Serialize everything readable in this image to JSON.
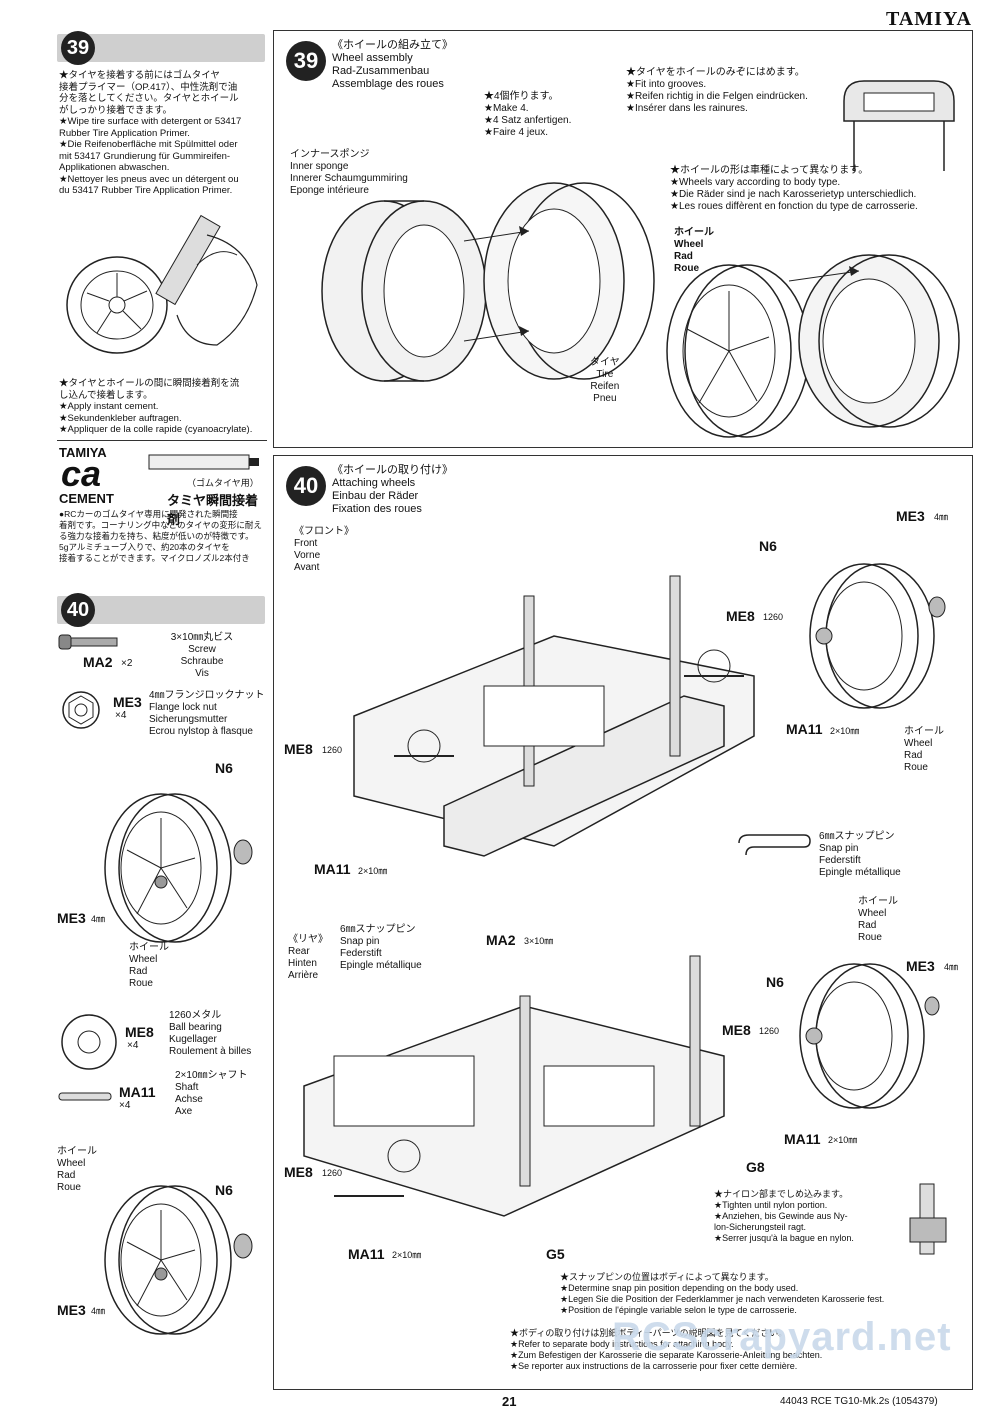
{
  "brand": "TAMIYA",
  "left": {
    "step39_num": "39",
    "step39_note": [
      "★タイヤを接着する前にはゴムタイヤ",
      "接着プライマー（OP.417）、中性洗剤で油",
      "分を落としてください。タイヤとホイール",
      "がしっかり接着できます。",
      "★Wipe tire surface with detergent or 53417",
      "Rubber Tire Application Primer.",
      "★Die Reifenoberfläche mit Spülmittel oder",
      "mit 53417 Grundierung für Gummireifen-",
      "Applikationen abwaschen.",
      "★Nettoyer les pneus avec un détergent ou",
      "du 53417 Rubber Tire Application Primer."
    ],
    "cement_note": [
      "★タイヤとホイールの間に瞬間接着剤を流",
      "し込んで接着します。",
      "★Apply instant cement.",
      "★Sekundenkleber auftragen.",
      "★Appliquer de la colle rapide (cyanoacrylate)."
    ],
    "ca_brand": "TAMIYA",
    "ca_logo": "ca",
    "ca_cement": "CEMENT",
    "ca_jp_title": "タミヤ瞬間接着剤",
    "ca_jp_sub": "（ゴムタイヤ用）",
    "ca_desc": [
      "●RCカーのゴムタイヤ専用に開発された瞬間接",
      "着剤です。コーナリング中などのタイヤの変形に耐え",
      "る強力な接着力を持ち、粘度が低いのが特徴です。",
      "5gアルミチューブ入りで、約20本のタイヤを",
      "接着することができます。マイクロノズル2本付き"
    ],
    "step40_num": "40",
    "parts": [
      {
        "code": "MA2",
        "qty": "×2",
        "desc": [
          "3×10㎜丸ビス",
          "Screw",
          "Schraube",
          "Vis"
        ]
      },
      {
        "code": "ME3",
        "qty": "×4",
        "desc": [
          "4㎜フランジロックナット",
          "Flange lock nut",
          "Sicherungsmutter",
          "Ecrou nylstop à flasque"
        ]
      },
      {
        "code": "ME8",
        "qty": "×4",
        "desc": [
          "1260メタル",
          "Ball bearing",
          "Kugellager",
          "Roulement à billes"
        ]
      },
      {
        "code": "MA11",
        "qty": "×4",
        "desc": [
          "2×10㎜シャフト",
          "Shaft",
          "Achse",
          "Axe"
        ]
      }
    ],
    "labels": {
      "n6": "N6",
      "me8": "ME8",
      "me8_size": "1260",
      "ma11": "MA11",
      "ma11_size": "2×10㎜",
      "me3": "ME3",
      "me3_size": "4㎜",
      "wheel": [
        "ホイール",
        "Wheel",
        "Rad",
        "Roue"
      ]
    }
  },
  "step39": {
    "num": "39",
    "title": [
      "《ホイールの組み立て》",
      "Wheel assembly",
      "Rad-Zusammenbau",
      "Assemblage des roues"
    ],
    "make4": [
      "★4個作ります。",
      "★Make 4.",
      "★4 Satz anfertigen.",
      "★Faire 4 jeux."
    ],
    "grooves": [
      "★タイヤをホイールのみぞにはめます。",
      "★Fit into grooves.",
      "★Reifen richtig in die Felgen eindrücken.",
      "★Insérer dans les rainures."
    ],
    "sponge": [
      "インナースポンジ",
      "Inner sponge",
      "Innerer Schaumgummiring",
      "Eponge intérieure"
    ],
    "vary": [
      "★ホイールの形は車種によって異なります。",
      "★Wheels vary according to body type.",
      "★Die Räder sind je nach Karosserietyp unterschiedlich.",
      "★Les roues diffèrent en fonction du type de carrosserie."
    ],
    "wheel": [
      "ホイール",
      "Wheel",
      "Rad",
      "Roue"
    ],
    "tire": [
      "タイヤ",
      "Tire",
      "Reifen",
      "Pneu"
    ]
  },
  "step40": {
    "num": "40",
    "title": [
      "《ホイールの取り付け》",
      "Attaching wheels",
      "Einbau der Räder",
      "Fixation des roues"
    ],
    "front": [
      "《フロント》",
      "Front",
      "Vorne",
      "Avant"
    ],
    "rear": [
      "《リヤ》",
      "Rear",
      "Hinten",
      "Arrière"
    ],
    "snap_pin": [
      "6㎜スナップピン",
      "Snap pin",
      "Federstift",
      "Epingle métallique"
    ],
    "wheel": [
      "ホイール",
      "Wheel",
      "Rad",
      "Roue"
    ],
    "labels": {
      "n6": "N6",
      "me8": "ME8",
      "me8_size": "1260",
      "ma11": "MA11",
      "ma11_size": "2×10㎜",
      "me3": "ME3",
      "me3_size": "4㎜",
      "ma2": "MA2",
      "ma2_size": "3×10㎜",
      "g8": "G8",
      "g5": "G5"
    },
    "nylon": [
      "★ナイロン部までしめ込みます。",
      "★Tighten until nylon portion.",
      "★Anziehen, bis Gewinde aus Ny-",
      "lon-Sicherungsteil ragt.",
      "★Serrer jusqu'à la bague en nylon."
    ],
    "snap_pos": [
      "★スナップピンの位置はボディによって異なります。",
      "★Determine snap pin position depending on the body used.",
      "★Legen Sie die Position der Federklammer je nach verwendeten Karosserie fest.",
      "★Position de l'épingle variable selon le type de carrosserie."
    ],
    "body_inst": [
      "★ボディの取り付けは別紙ボディーパーツの説明図を見てください。",
      "★Refer to separate body instructions for attaching body.",
      "★Zum Befestigen der Karosserie die separate Karosserie-Anleitung beachten.",
      "★Se reporter aux instructions de la carrosserie pour fixer cette dernière."
    ]
  },
  "footer": {
    "page": "21",
    "code": "44043  RCE TG10-Mk.2s (1054379)",
    "watermark": "RCScrapyard.net"
  }
}
